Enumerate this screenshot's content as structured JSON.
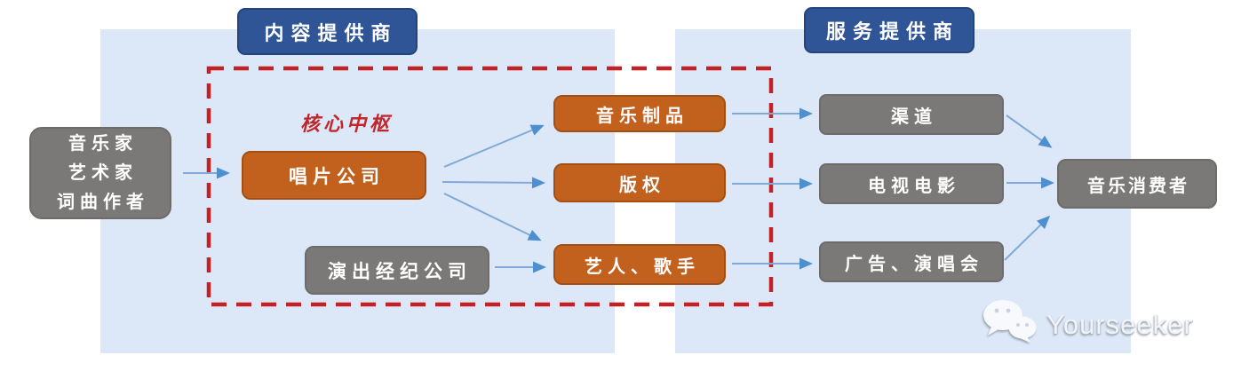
{
  "headers": {
    "content_provider": "内容提供商",
    "service_provider": "服务提供商"
  },
  "core_hub_label": "核心中枢",
  "nodes": {
    "creators": {
      "lines": [
        "音乐家",
        "艺术家",
        "词曲作者"
      ]
    },
    "record_company": {
      "label": "唱片公司"
    },
    "talent_agency": {
      "label": "演出经纪公司"
    },
    "music_products": {
      "label": "音乐制品"
    },
    "copyright": {
      "label": "版权"
    },
    "artists_singers": {
      "label": "艺人、歌手"
    },
    "channels": {
      "label": "渠道"
    },
    "tv_film": {
      "label": "电视电影"
    },
    "ads_concerts": {
      "label": "广告、演唱会"
    },
    "music_consumers": {
      "label": "音乐消费者"
    }
  },
  "edges": [
    {
      "from": "creators",
      "to": "record_company"
    },
    {
      "from": "record_company",
      "to": "music_products"
    },
    {
      "from": "record_company",
      "to": "copyright"
    },
    {
      "from": "record_company",
      "to": "artists_singers"
    },
    {
      "from": "talent_agency",
      "to": "artists_singers"
    },
    {
      "from": "music_products",
      "to": "channels"
    },
    {
      "from": "copyright",
      "to": "tv_film"
    },
    {
      "from": "artists_singers",
      "to": "ads_concerts"
    },
    {
      "from": "channels",
      "to": "music_consumers"
    },
    {
      "from": "tv_film",
      "to": "music_consumers"
    },
    {
      "from": "ads_concerts",
      "to": "music_consumers"
    }
  ],
  "watermark": {
    "brand": "Yourseeker",
    "icon": "wechat-icon"
  },
  "colors": {
    "panel_blue": "#DCE8F7",
    "header_blue": "#2F5597",
    "orange_fill": "#C2611E",
    "orange_border": "#A34E13",
    "gray_fill": "#7B7977",
    "dashed_red": "#C42127",
    "core_hub_red": "#C0272D",
    "arrow_line": "#7FA9D6",
    "arrow_head": "#4E8FD0",
    "text_white": "#FFFFFF"
  }
}
